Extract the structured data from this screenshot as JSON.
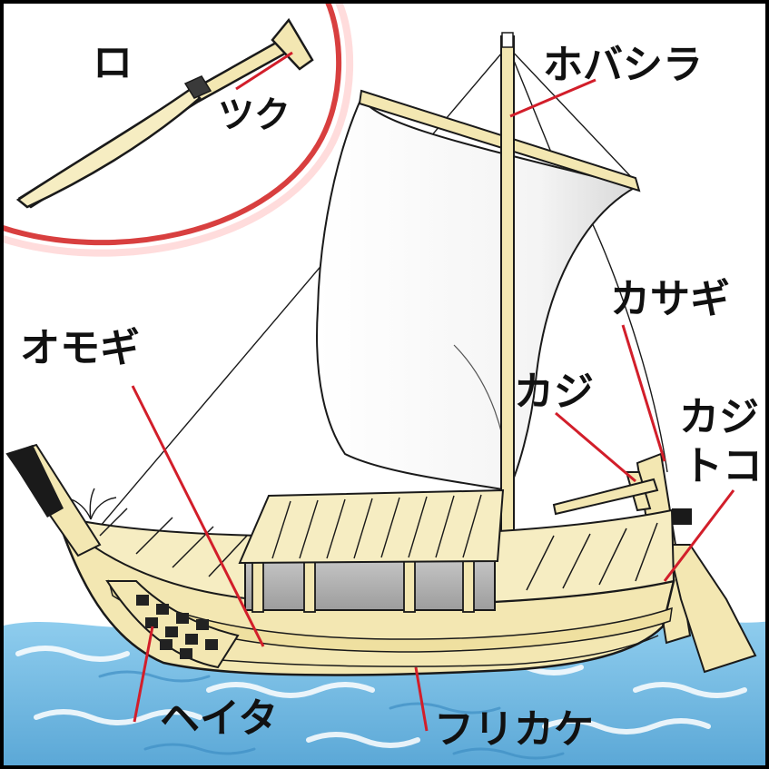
{
  "labels": {
    "ro": "ロ",
    "tsuku": "ツク",
    "hobashira": "ホバシラ",
    "kasagi": "カサギ",
    "omogi": "オモギ",
    "kaji": "カジ",
    "kajitoko_top": "カジ",
    "kajitoko_bottom": "トコ",
    "heita": "ヘイタ",
    "furikake": "フリカケ"
  },
  "colors": {
    "leader": "#d21e2a",
    "wood": "#f3e7b2",
    "outline": "#1a1a1a",
    "sea": "#6fb6df",
    "sail": "#fdfdfd",
    "halo": "#d42a2a"
  }
}
